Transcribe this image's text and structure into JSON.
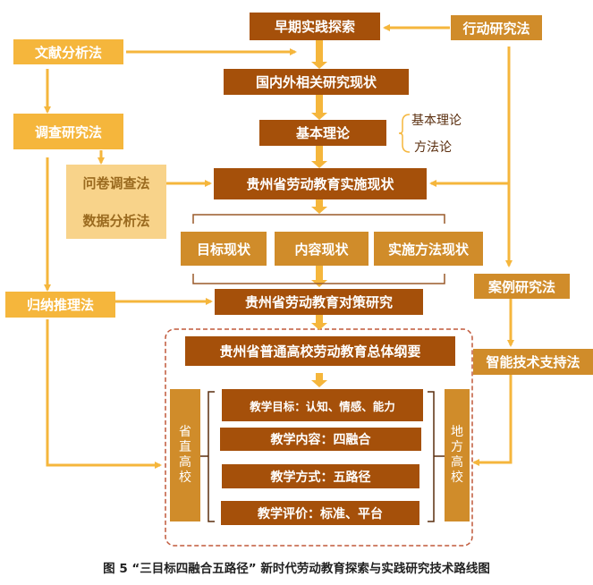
{
  "nodes": {
    "early_practice": "早期实践探索",
    "domestic_foreign": "国内外相关研究现状",
    "basic_theory": "基本理论",
    "current_status": "贵州省劳动教育实施现状",
    "goal_status": "目标现状",
    "content_status": "内容现状",
    "method_status": "实施方法现状",
    "policy_research": "贵州省劳动教育对策研究",
    "outline": "贵州省普通高校劳动教育总体纲要",
    "row_goal": "教学目标：认知、情感、能力",
    "row_content": "教学内容：四融合",
    "row_method": "教学方式：五路径",
    "row_eval": "教学评价：标准、平台",
    "provincial": [
      "省",
      "直",
      "高",
      "校"
    ],
    "local": [
      "地",
      "方",
      "高",
      "校"
    ]
  },
  "theory_branches": [
    "基本理论",
    "方法论"
  ],
  "methods": {
    "action": "行动研究法",
    "literature": "文献分析法",
    "survey": "调查研究法",
    "questionnaire": "问卷调查法",
    "data_analysis": "数据分析法",
    "induction": "归纳推理法",
    "case": "案例研究法",
    "smart_tech": "智能技术支持法"
  },
  "colors": {
    "dark": "#A5500A",
    "medium": "#D08C2A",
    "light": "#F5B63C",
    "pale": "#F8D38A",
    "dashed": "#C0583A"
  },
  "caption": "图 5 “三目标四融合五路径” 新时代劳动教育探索与实践研究技术路线图"
}
